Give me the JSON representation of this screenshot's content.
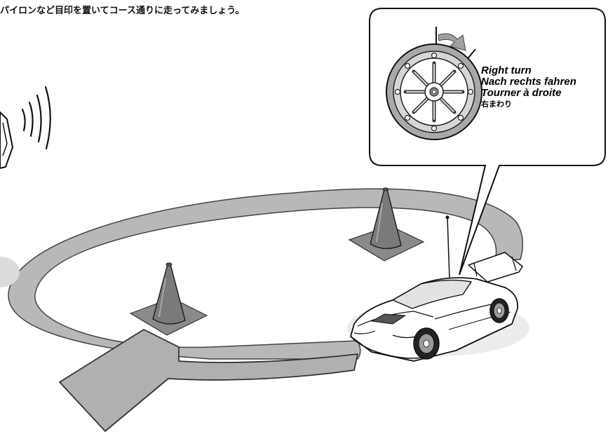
{
  "instruction": "パイロンなど目印を置いてコース通りに走ってみましょう。",
  "callout": {
    "lines": [
      "Right turn",
      "Nach rechts fahren",
      "Tourner à droite",
      "右まわり"
    ]
  },
  "icons": [
    "transmitter-icon",
    "signal-waves-icon",
    "wheel-icon",
    "rotation-arrow-icon",
    "pylon-icon",
    "car-icon",
    "course-arrow-icon"
  ]
}
